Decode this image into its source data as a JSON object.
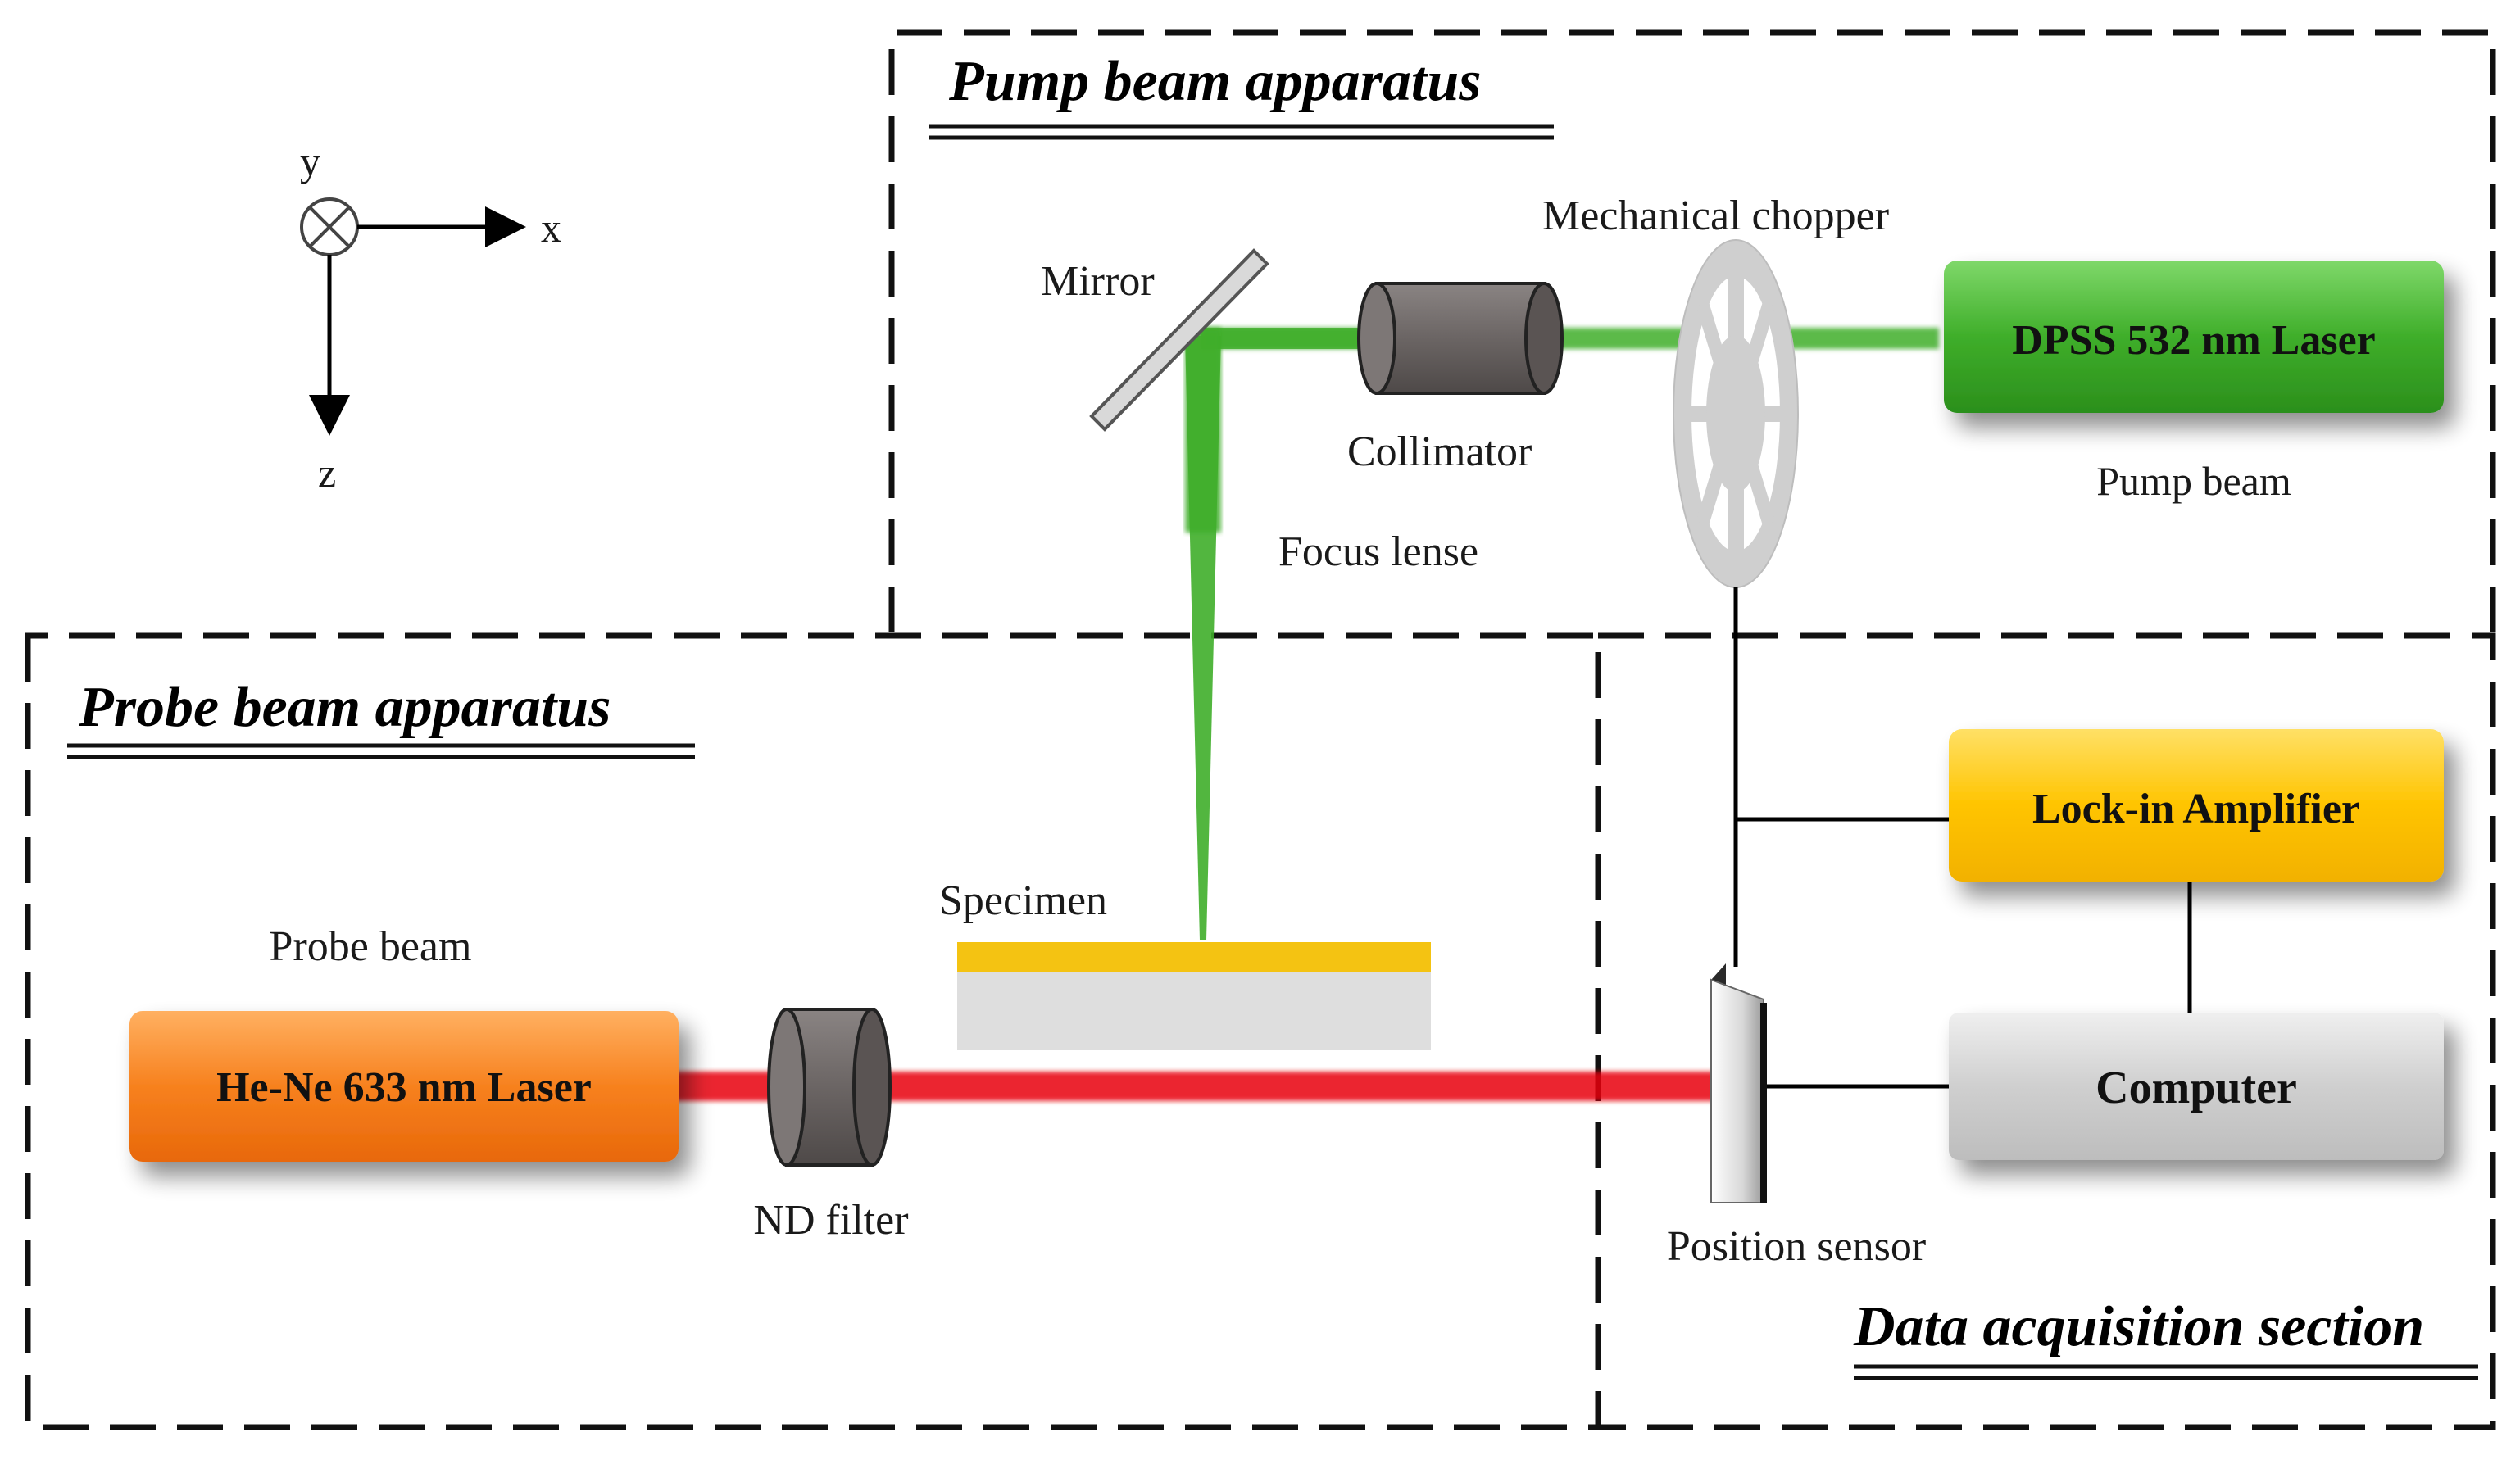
{
  "sections": {
    "pump_title": "Pump beam apparatus",
    "probe_title": "Probe beam apparatus",
    "daq_title": "Data acquisition section"
  },
  "axes": {
    "x": "x",
    "y": "y",
    "z": "z"
  },
  "components": {
    "mirror": "Mirror",
    "collimator": "Collimator",
    "chopper": "Mechanical chopper",
    "focus_lens": "Focus lense",
    "pump_laser": "DPSS 532 nm Laser",
    "pump_beam": "Pump beam",
    "probe_laser": "He-Ne 633 nm Laser",
    "probe_beam": "Probe beam",
    "nd_filter": "ND filter",
    "specimen": "Specimen",
    "lockin": "Lock-in Amplifier",
    "computer": "Computer",
    "position_sensor": "Position sensor"
  },
  "colors": {
    "pump_green": "#3fae2a",
    "probe_red": "#e8000a",
    "probe_laser_orange": "#f7811e",
    "lockin_yellow": "#ffc400",
    "computer_gray": "#cfcfcf",
    "specimen_gold": "#f4c312",
    "specimen_substrate": "#dedede"
  }
}
